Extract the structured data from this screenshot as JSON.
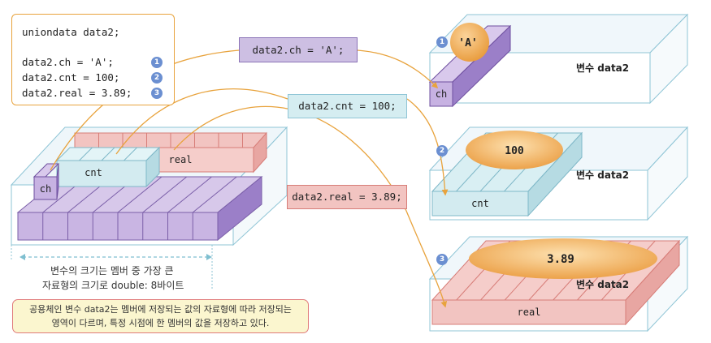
{
  "code": {
    "lines": [
      "uniondata data2;",
      "data2.ch = 'A';",
      "data2.cnt = 100;",
      "data2.real = 3.89;"
    ],
    "markers": [
      "1",
      "2",
      "3"
    ]
  },
  "tags": {
    "ch": "data2.ch = 'A';",
    "cnt": "data2.cnt = 100;",
    "real": "data2.real = 3.89;"
  },
  "memory": {
    "ch_label": "ch",
    "cnt_label": "cnt",
    "real_label": "real"
  },
  "size_caption": {
    "line1": "변수의 크기는 멤버 중 가장 큰",
    "line2": "자료형의 크기로 double: 8바이트"
  },
  "note": {
    "line1": "공용체인 변수 data2는 멤버에 저장되는 값의 자료형에 따라 저장되는",
    "line2": "영역이 다르며, 특정 시점에 한 멤버의 값을 저장하고 있다."
  },
  "states": [
    {
      "marker": "1",
      "var_label": "변수 data2",
      "value": "'A'",
      "member": "ch"
    },
    {
      "marker": "2",
      "var_label": "변수 data2",
      "value": "100",
      "member": "cnt"
    },
    {
      "marker": "3",
      "var_label": "변수 data2",
      "value": "3.89",
      "member": "real"
    }
  ],
  "colors": {
    "purple": "#b9a6d6",
    "blue": "#cfe9ee",
    "red": "#f2c4c1",
    "orange": "#e8a33d",
    "marker": "#6b8fd1"
  }
}
